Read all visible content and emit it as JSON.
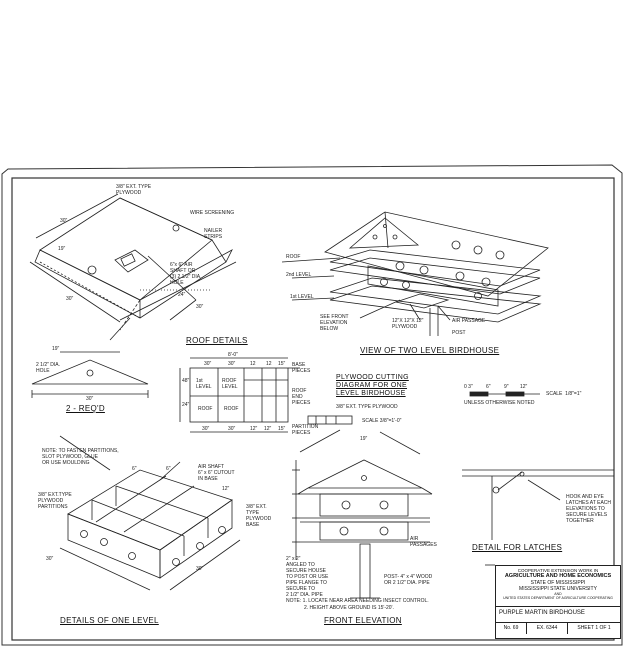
{
  "roof_details": {
    "title": "ROOF DETAILS",
    "labels": {
      "plywood": "3/8\" EXT. TYPE\nPLYWOOD",
      "wire": "WIRE SCREENING",
      "nailer": "NAILER\nSTRIPS",
      "shaft": "6\"x 6\" AIR\nSHAFT OR\n(3) 2 1/2\" DIA.\nHOLE",
      "dim30a": "30\"",
      "dim19": "19\"",
      "dim30b": "30\"",
      "dim24": "24\"",
      "dim30c": "30\""
    }
  },
  "two_req": {
    "title": "2 - REQ'D",
    "dim19": "19\"",
    "hole": "2 1/2\" DIA.\nHOLE",
    "dim30": "30\""
  },
  "birdhouse_view": {
    "title": "VIEW OF TWO LEVEL BIRDHOUSE",
    "labels": {
      "roof": "ROOF",
      "level2": "2nd LEVEL",
      "level1": "1st LEVEL",
      "see_front": "SEE FRONT\nELEVATION\nBELOW",
      "plywood": "12\"X 12\"X 12\"\nPLYWOOD",
      "air": "AIR PASSAGE",
      "post": "POST"
    }
  },
  "cutting": {
    "title": "PLYWOOD CUTTING\nDIAGRAM FOR ONE\nLEVEL BIRDHOUSE",
    "sub": "3/8\" EXT. TYPE PLYWOOD",
    "scale": "SCALE 3/8\"=1'-0\"",
    "top_dim": "8'-0\"",
    "top_dims": [
      "30\"",
      "30\"",
      "12",
      "12",
      "15\""
    ],
    "cells": [
      "1st\nLEVEL",
      "ROOF\nLEVEL",
      "ROOF",
      "ROOF"
    ],
    "side_labels": [
      "BASE\nPIECES",
      "ROOF\nEND\nPIECES",
      "PARTITION\nPIECES"
    ],
    "left_dims": [
      "48\"",
      "24\""
    ],
    "bottom_dims": [
      "30\"",
      "30\"",
      "12\"",
      "12\"",
      "15\""
    ]
  },
  "scale_bar": {
    "ticks": [
      "0 3\"",
      "6\"",
      "9\"",
      "12\""
    ],
    "label": "SCALE  1/8\"=1\"",
    "note": "UNLESS OTHERWISE NOTED"
  },
  "one_level": {
    "title": "DETAILS OF ONE LEVEL",
    "note": "NOTE: TO FASTEN PARTITIONS,\nSLOT PLYWOOD, GLUE\nOR USE MOULDING",
    "plywood": "3/8\" EXT.TYPE\nPLYWOOD\nPARTITIONS",
    "air": "AIR SHAFT\n6\" x 6\" CUTOUT\nIN BASE",
    "ext": "3/8\" EXT.\nTYPE\nPLYWOOD\nBASE",
    "dims": [
      "30\"",
      "30\"",
      "12\"",
      "6\"",
      "6\""
    ]
  },
  "front_elevation": {
    "title": "FRONT ELEVATION",
    "labels": {
      "air": "AIR\nPASSAGES",
      "angle": "2\" x 2\"\nANGLED TO\nSECURE HOUSE\nTO POST OR USE\nPIPE FLANGE TO\nSECURE TO\n2 1/2\" DIA. PIPE",
      "post": "POST- 4\" x 4\" WOOD\nOR 2 1/2\" DIA. PIPE",
      "dim19": "19\""
    },
    "notes": [
      "NOTE: 1. LOCATE NEAR AREA NEEDING INSECT CONTROL.",
      "2. HEIGHT ABOVE GROUND IS 15'-20'."
    ]
  },
  "latches": {
    "title": "DETAIL FOR LATCHES",
    "note": "HOOK AND EYE\nLATCHES AT EACH\nELEVATIONS TO\nSECURE LEVELS\nTOGETHER"
  },
  "title_block": {
    "line1": "COOPERATIVE EXTENSION WORK IN",
    "line2": "AGRICULTURE AND HOME ECONOMICS",
    "line3": "STATE OF MISSISSIPPI",
    "line4": "MISSISSIPPI STATE UNIVERSITY",
    "line5": "AND",
    "line6": "UNITED STATES DEPARTMENT OF AGRICULTURE COOPERATING",
    "project": "PURPLE MARTIN BIRDHOUSE",
    "no": "No. 69",
    "ex": "EX. 6344",
    "sheet": "SHEET 1 OF 1"
  }
}
